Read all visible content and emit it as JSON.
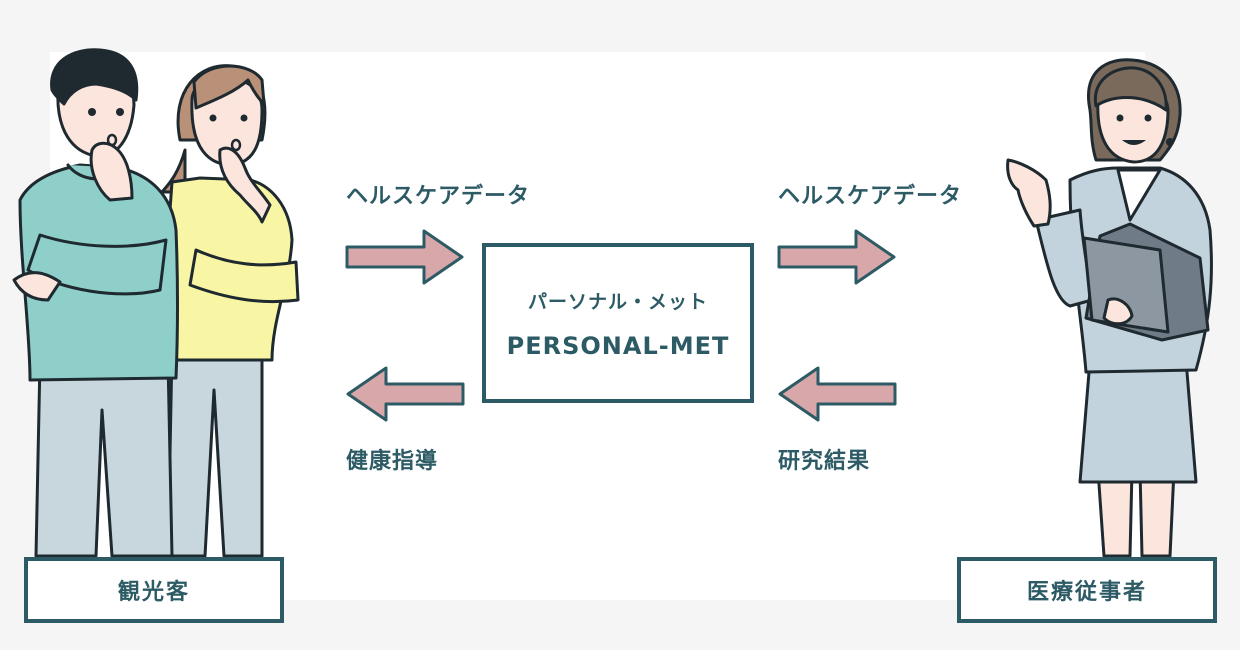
{
  "left_flow": {
    "top_label": "ヘルスケアデータ",
    "bottom_label": "健康指導"
  },
  "right_flow": {
    "top_label": "ヘルスケアデータ",
    "bottom_label": "研究結果"
  },
  "center": {
    "title_jp": "パーソナル・メット",
    "title_en": "PERSONAL-MET"
  },
  "roles": {
    "left": "観光客",
    "right": "医療従事者"
  },
  "colors": {
    "text": "#2d5b65",
    "arrow_fill": "#d8a7a9",
    "outline": "#1f2a30",
    "man_sweater": "#8ecfca",
    "woman_sweater": "#f8f5a4",
    "pants": "#c8d7de",
    "suit": "#c2d3dd",
    "folder": "#6f7b86"
  }
}
